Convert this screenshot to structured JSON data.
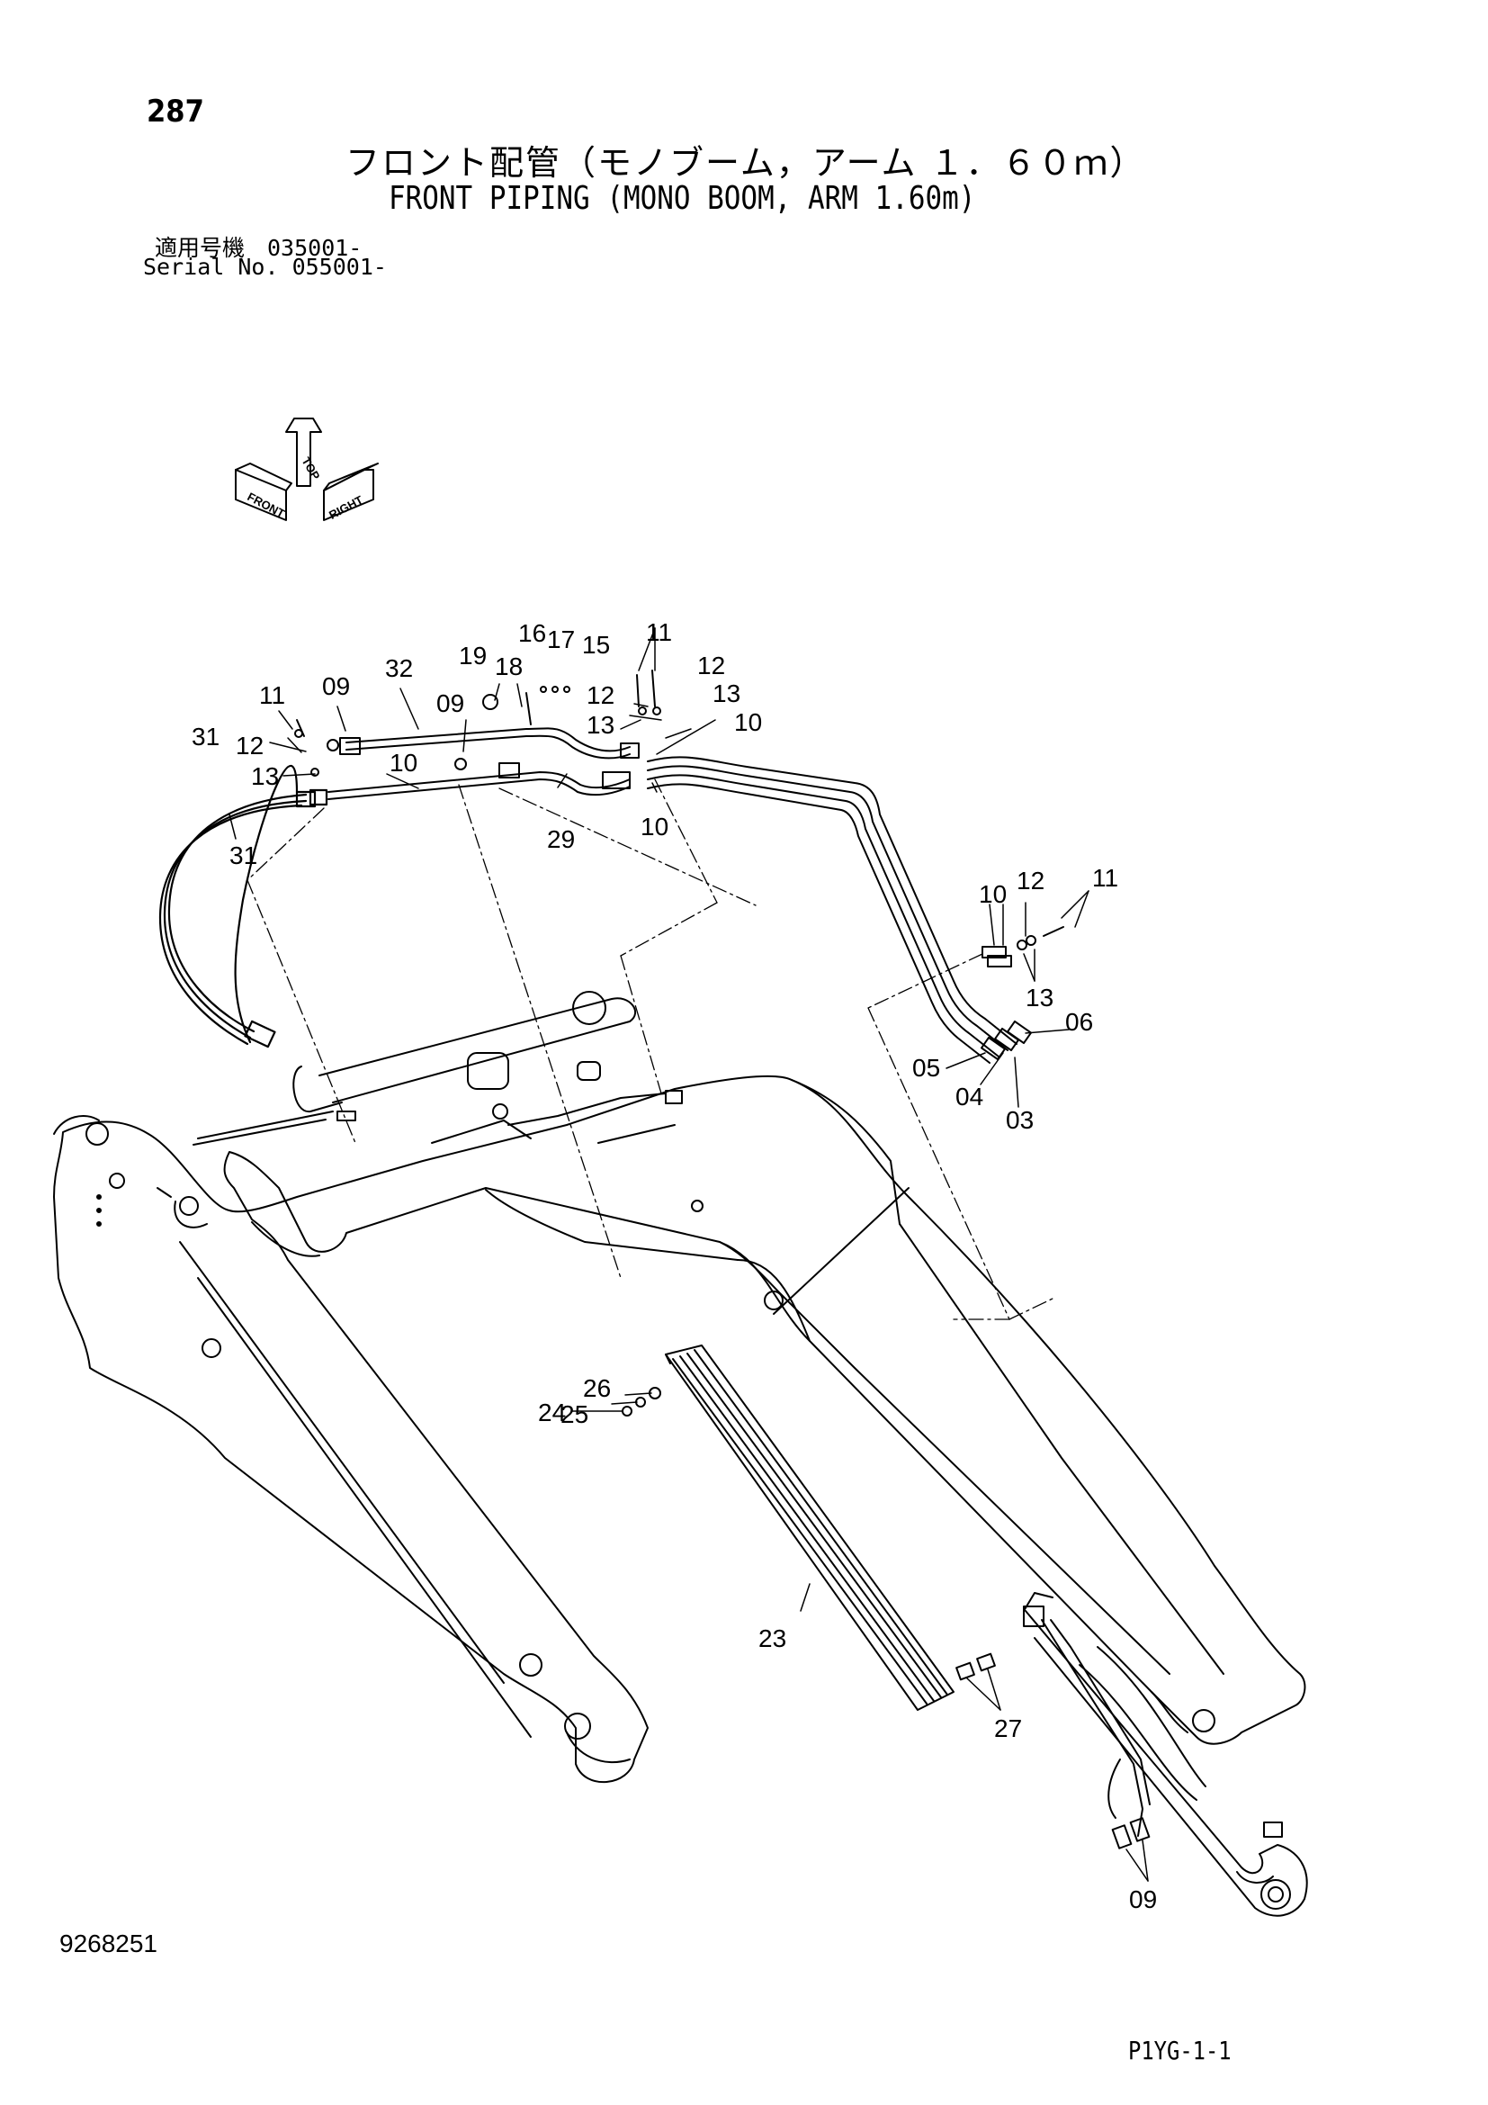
{
  "header": {
    "page_number": "287",
    "title_jp": "フロント配管（モノブーム，アーム １．６０ｍ）",
    "title_en": "FRONT PIPING (MONO BOOM, ARM 1.60m)",
    "applicable_model": "適用号機　035001-",
    "serial_no": "Serial No. 055001-"
  },
  "orientation": {
    "front": "FRONT",
    "top": "TOP",
    "right": "RIGHT"
  },
  "callouts": {
    "c03": "03",
    "c04": "04",
    "c05": "05",
    "c06": "06",
    "c09": "09",
    "c10": "10",
    "c11": "11",
    "c12": "12",
    "c13": "13",
    "c15": "15",
    "c16": "16",
    "c17": "17",
    "c18": "18",
    "c19": "19",
    "c23": "23",
    "c24": "24",
    "c25": "25",
    "c26": "26",
    "c27": "27",
    "c29": "29",
    "c31": "31",
    "c32": "32"
  },
  "footer": {
    "drawing_number": "9268251",
    "page_code": "P1YG-1-1"
  }
}
